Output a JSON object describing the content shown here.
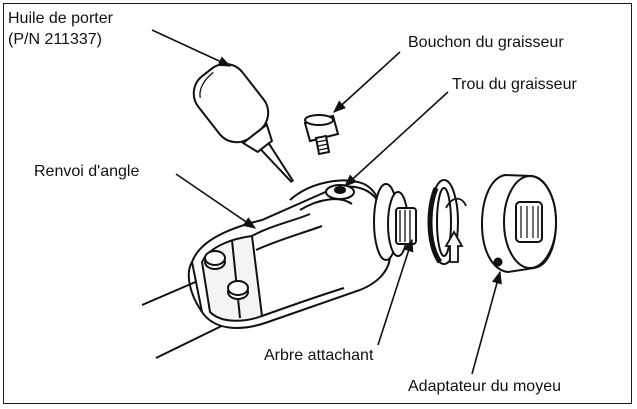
{
  "labels": {
    "oil_line1": "Huile de porter",
    "oil_line2": "(P/N 211337)",
    "plug": "Bouchon du graisseur",
    "hole": "Trou du graisseur",
    "gearbox": "Renvoi d'angle",
    "shaft": "Arbre attachant",
    "adapter": "Adaptateur du moyeu"
  },
  "icons": [
    "oil-bottle-icon",
    "grease-plug-icon",
    "gearbox-icon",
    "retaining-ring-icon",
    "hub-adapter-icon",
    "rotation-arrow-icon"
  ]
}
